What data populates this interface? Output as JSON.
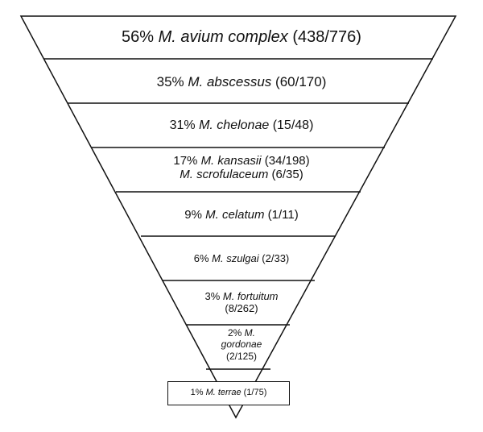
{
  "funnel_levels": [
    {
      "pct": "56%",
      "species": "M. avium complex",
      "count": "(438/776)"
    },
    {
      "pct": "35%",
      "species": "M. abscessus",
      "count": "(60/170)"
    },
    {
      "pct": "31%",
      "species": "M. chelonae",
      "count": "(15/48)"
    },
    {
      "pct": "17%",
      "species": "M. kansasii",
      "count": "(34/198)",
      "species2": "M. scrofulaceum",
      "count2": "(6/35)"
    },
    {
      "pct": "9%",
      "species": "M. celatum",
      "count": "(1/11)"
    },
    {
      "pct": "6%",
      "species": "M. szulgai",
      "count": "(2/33)"
    },
    {
      "pct": "3%",
      "species": "M. fortuitum",
      "count": "(8/262)"
    },
    {
      "pct": "2%",
      "species": "M.",
      "species_b": "gordonae",
      "count": "(2/125)"
    },
    {
      "pct": "1%",
      "species": "M. terrae",
      "count": "(1/75)"
    }
  ]
}
